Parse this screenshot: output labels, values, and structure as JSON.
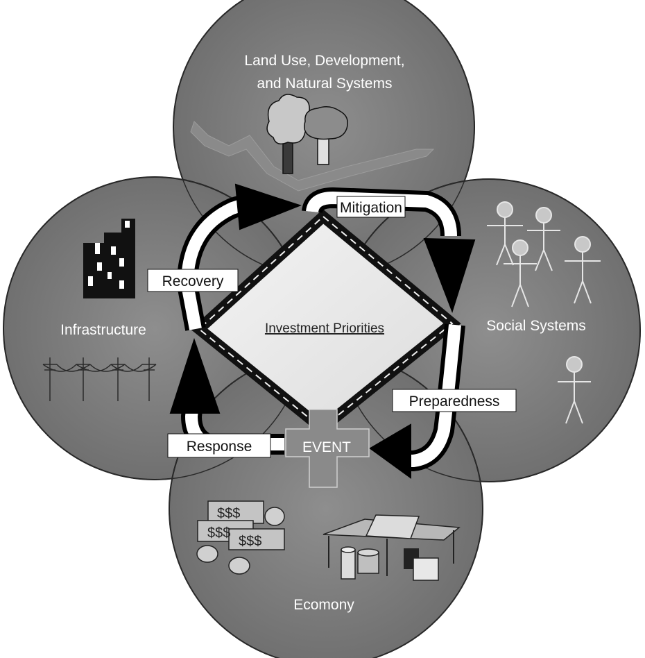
{
  "circles": {
    "land_use": {
      "label_line1": "Land Use, Development,",
      "label_line2": "and Natural Systems"
    },
    "infrastructure": {
      "label": "Infrastructure"
    },
    "social": {
      "label": "Social Systems"
    },
    "economy": {
      "label": "Ecomony"
    }
  },
  "cycle": {
    "mitigation": "Mitigation",
    "recovery": "Recovery",
    "preparedness": "Preparedness",
    "response": "Response",
    "event": "EVENT"
  },
  "center": {
    "label": "Investment Priorities"
  },
  "money": {
    "label": "$$$"
  },
  "colors": {
    "circle_fill": "#7b7b7b",
    "circle_stroke": "#1a1a1a",
    "arrow_fill": "#000000",
    "diamond_fill": "#ececec"
  }
}
